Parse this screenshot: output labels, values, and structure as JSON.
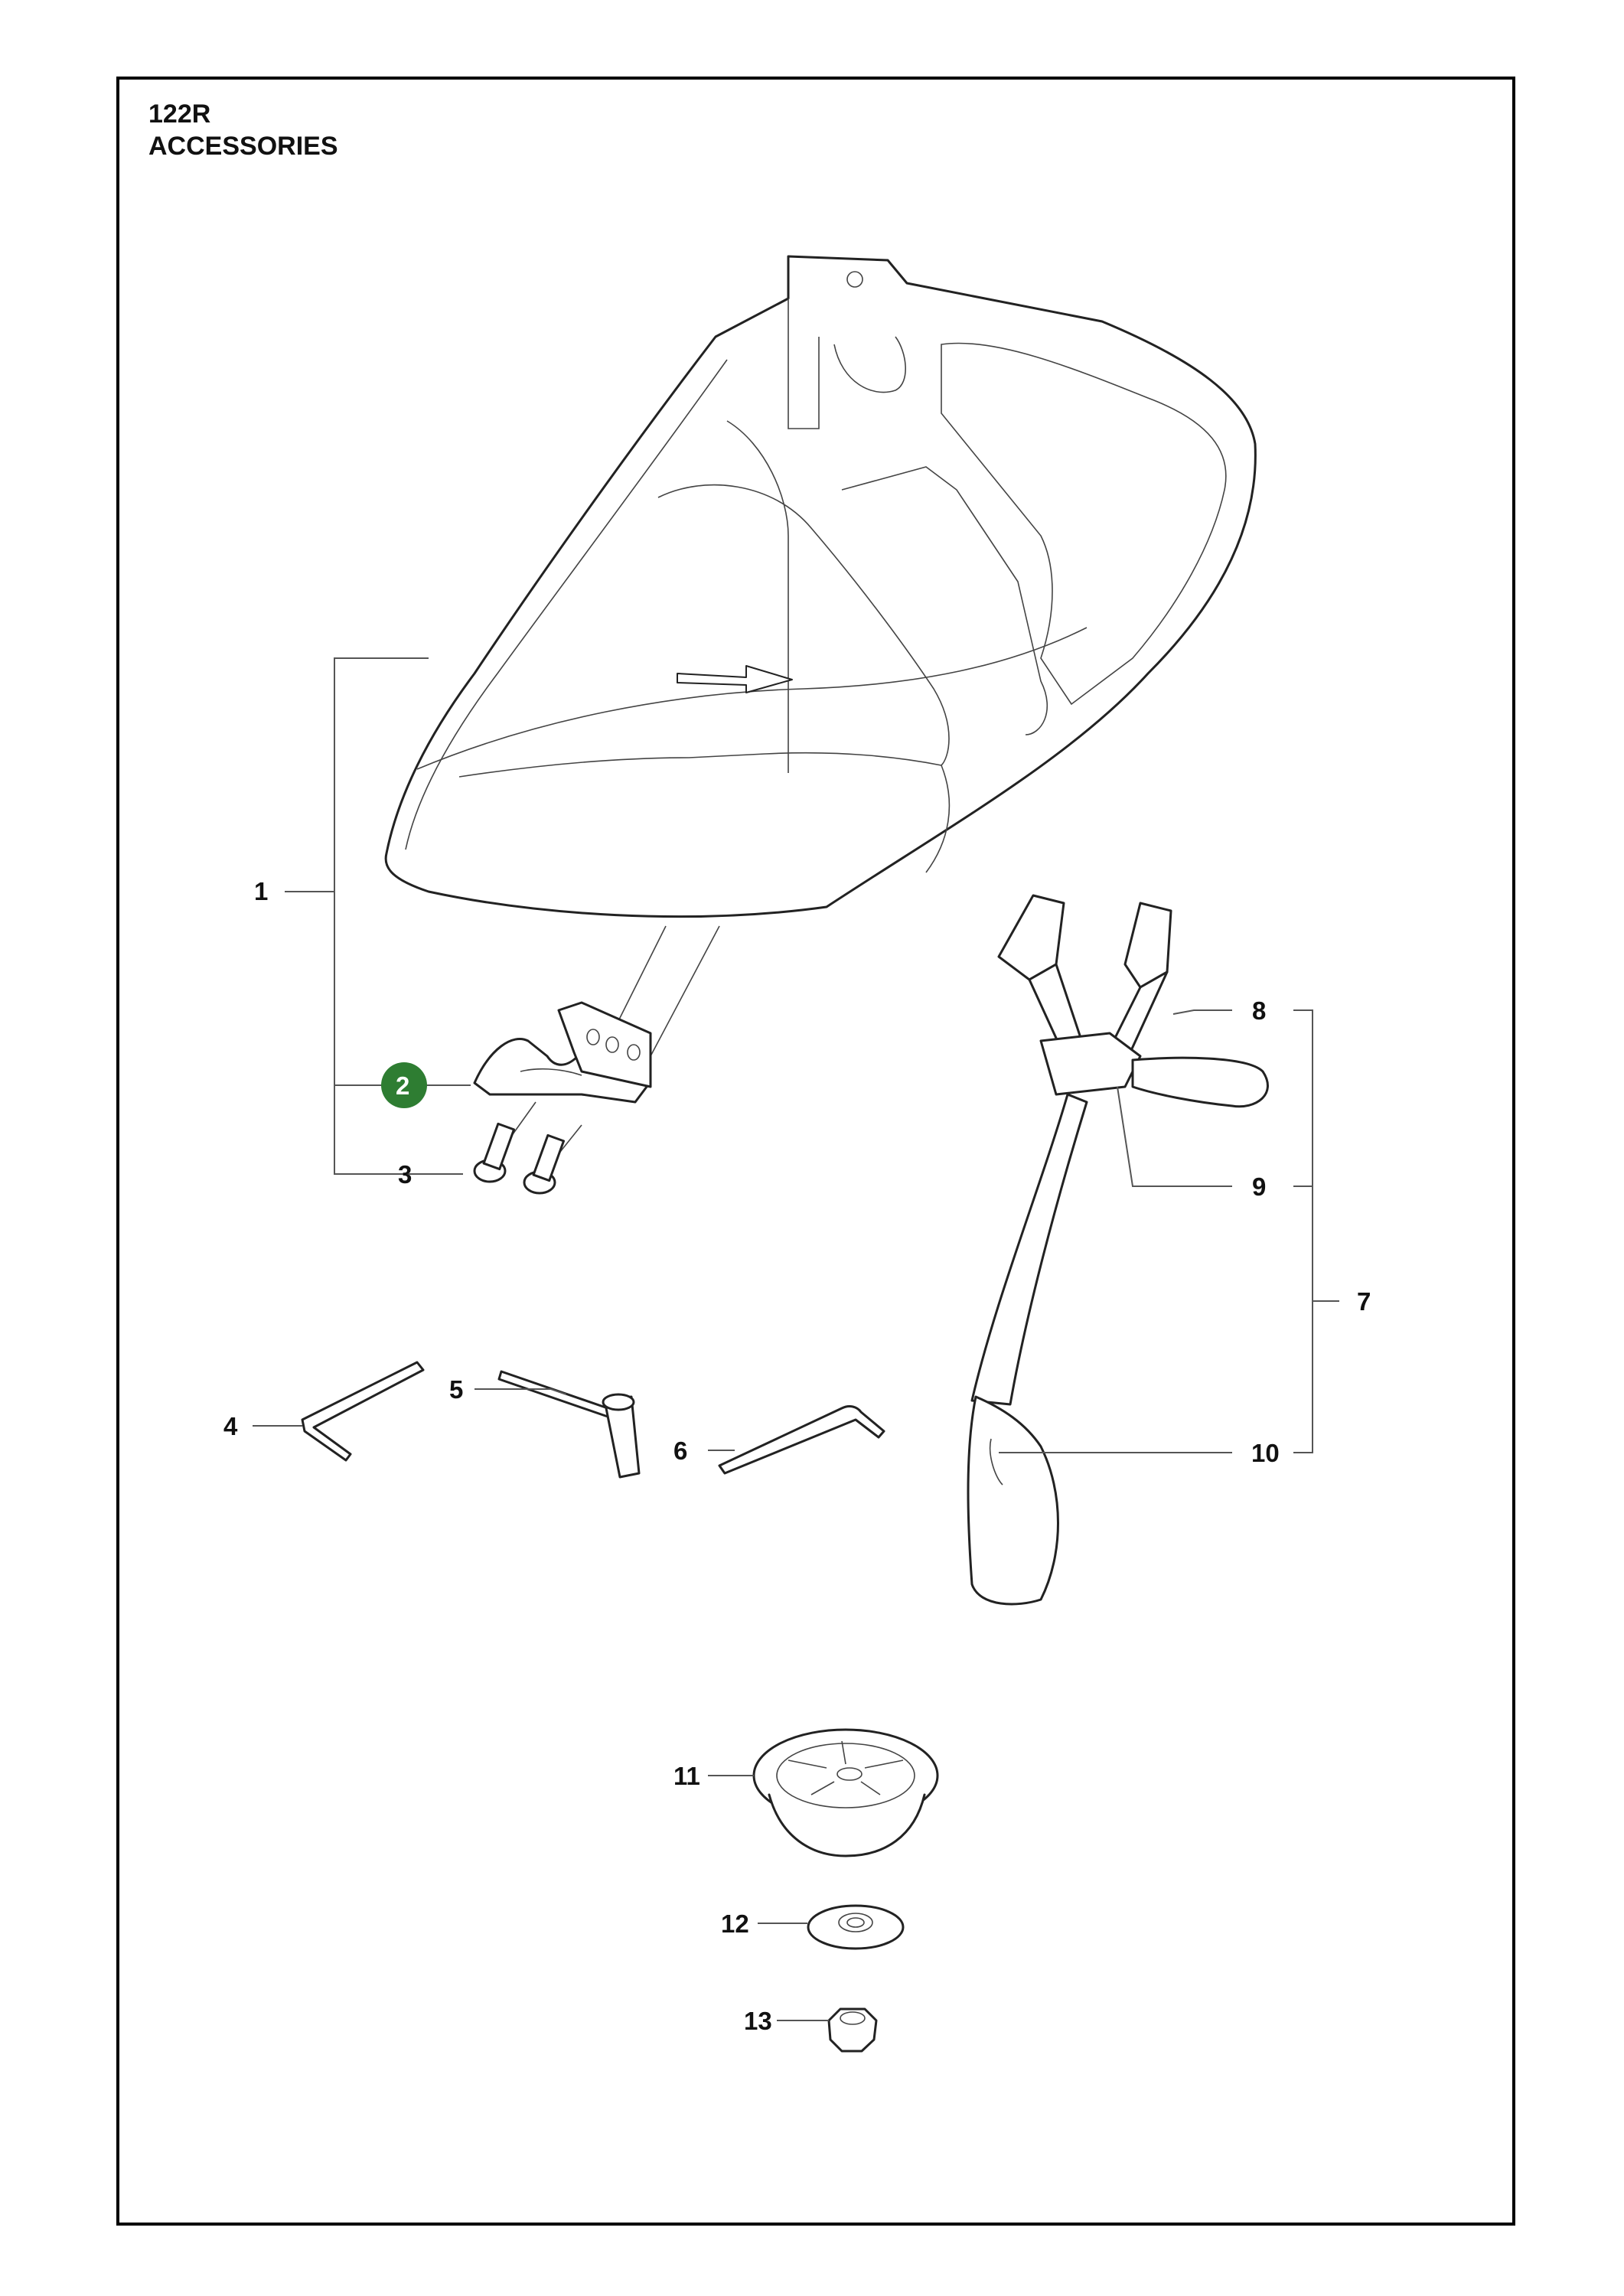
{
  "header": {
    "model": "122R",
    "section": "ACCESSORIES"
  },
  "callouts": [
    {
      "id": "1",
      "label": "1"
    },
    {
      "id": "2",
      "label": "2",
      "highlighted": true,
      "highlight_color": "#2e7d32"
    },
    {
      "id": "3",
      "label": "3"
    },
    {
      "id": "4",
      "label": "4"
    },
    {
      "id": "5",
      "label": "5"
    },
    {
      "id": "6",
      "label": "6"
    },
    {
      "id": "7",
      "label": "7"
    },
    {
      "id": "8",
      "label": "8"
    },
    {
      "id": "9",
      "label": "9"
    },
    {
      "id": "10",
      "label": "10"
    },
    {
      "id": "11",
      "label": "11"
    },
    {
      "id": "12",
      "label": "12"
    },
    {
      "id": "13",
      "label": "13"
    }
  ]
}
